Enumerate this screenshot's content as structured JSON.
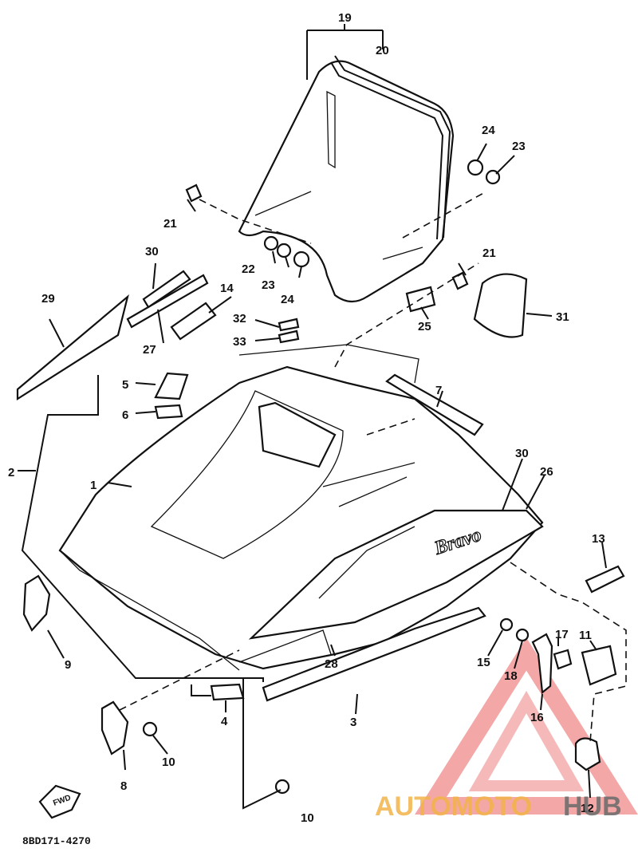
{
  "diagram": {
    "code": "8BD171-4270",
    "fwd": "FWD",
    "labels": {
      "p1": "1",
      "p2": "2",
      "p3": "3",
      "p4": "4",
      "p5": "5",
      "p6": "6",
      "p7": "7",
      "p8": "8",
      "p9": "9",
      "p10a": "10",
      "p10b": "10",
      "p11": "11",
      "p12": "12",
      "p13": "13",
      "p14": "14",
      "p15": "15",
      "p16": "16",
      "p17": "17",
      "p18": "18",
      "p19": "19",
      "p20": "20",
      "p21a": "21",
      "p21b": "21",
      "p22": "22",
      "p23a": "23",
      "p23b": "23",
      "p24a": "24",
      "p24b": "24",
      "p25": "25",
      "p26": "26",
      "p27": "27",
      "p28": "28",
      "p29": "29",
      "p30a": "30",
      "p30b": "30",
      "p31": "31",
      "p32": "32",
      "p33": "33"
    },
    "decal_text": "Bravo"
  },
  "watermark": {
    "part_a": "AUTOMOTO",
    "part_b": "HUB",
    "colors": {
      "triangle": "#f08a8a",
      "text_a": "#f2b34a",
      "text_b": "#6a6a6a"
    }
  }
}
